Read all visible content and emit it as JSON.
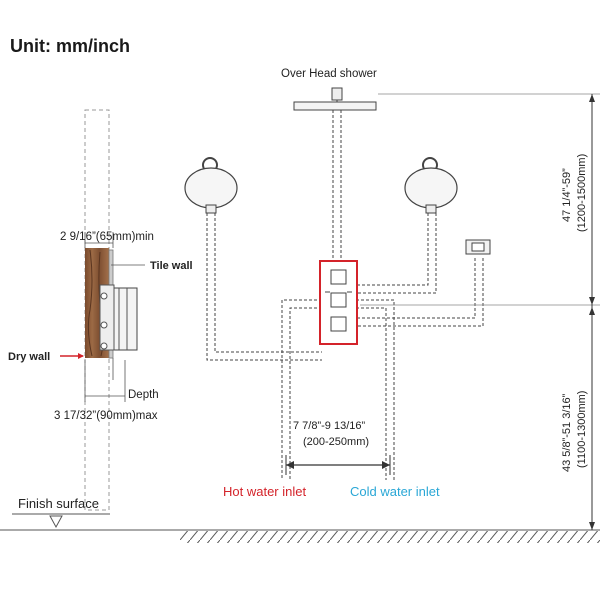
{
  "title": "Unit: mm/inch",
  "labels": {
    "overhead_shower": "Over Head shower",
    "tile_wall": "Tile wall",
    "dry_wall": "Dry wall",
    "depth": "Depth",
    "finish_surface": "Finish surface",
    "hot_water_inlet": "Hot water inlet",
    "cold_water_inlet": "Cold water inlet"
  },
  "dimensions": {
    "wall_min": "2 9/16”(65mm)min",
    "wall_max": "3 17/32”(90mm)max",
    "inlet_spacing_in": "7 7/8”-9 13/16”",
    "inlet_spacing_mm": "(200-250mm)",
    "upper_height_in": "47 1/4”-59”",
    "upper_height_mm": "(1200-1500mm)",
    "lower_height_in": "43 5/8”-51 3/16”",
    "lower_height_mm": "(1100-1300mm)"
  },
  "colors": {
    "hot": "#d4232a",
    "cold": "#2aa7d6",
    "highlight_box": "#d4232a",
    "wood": "#8a5a3a"
  }
}
